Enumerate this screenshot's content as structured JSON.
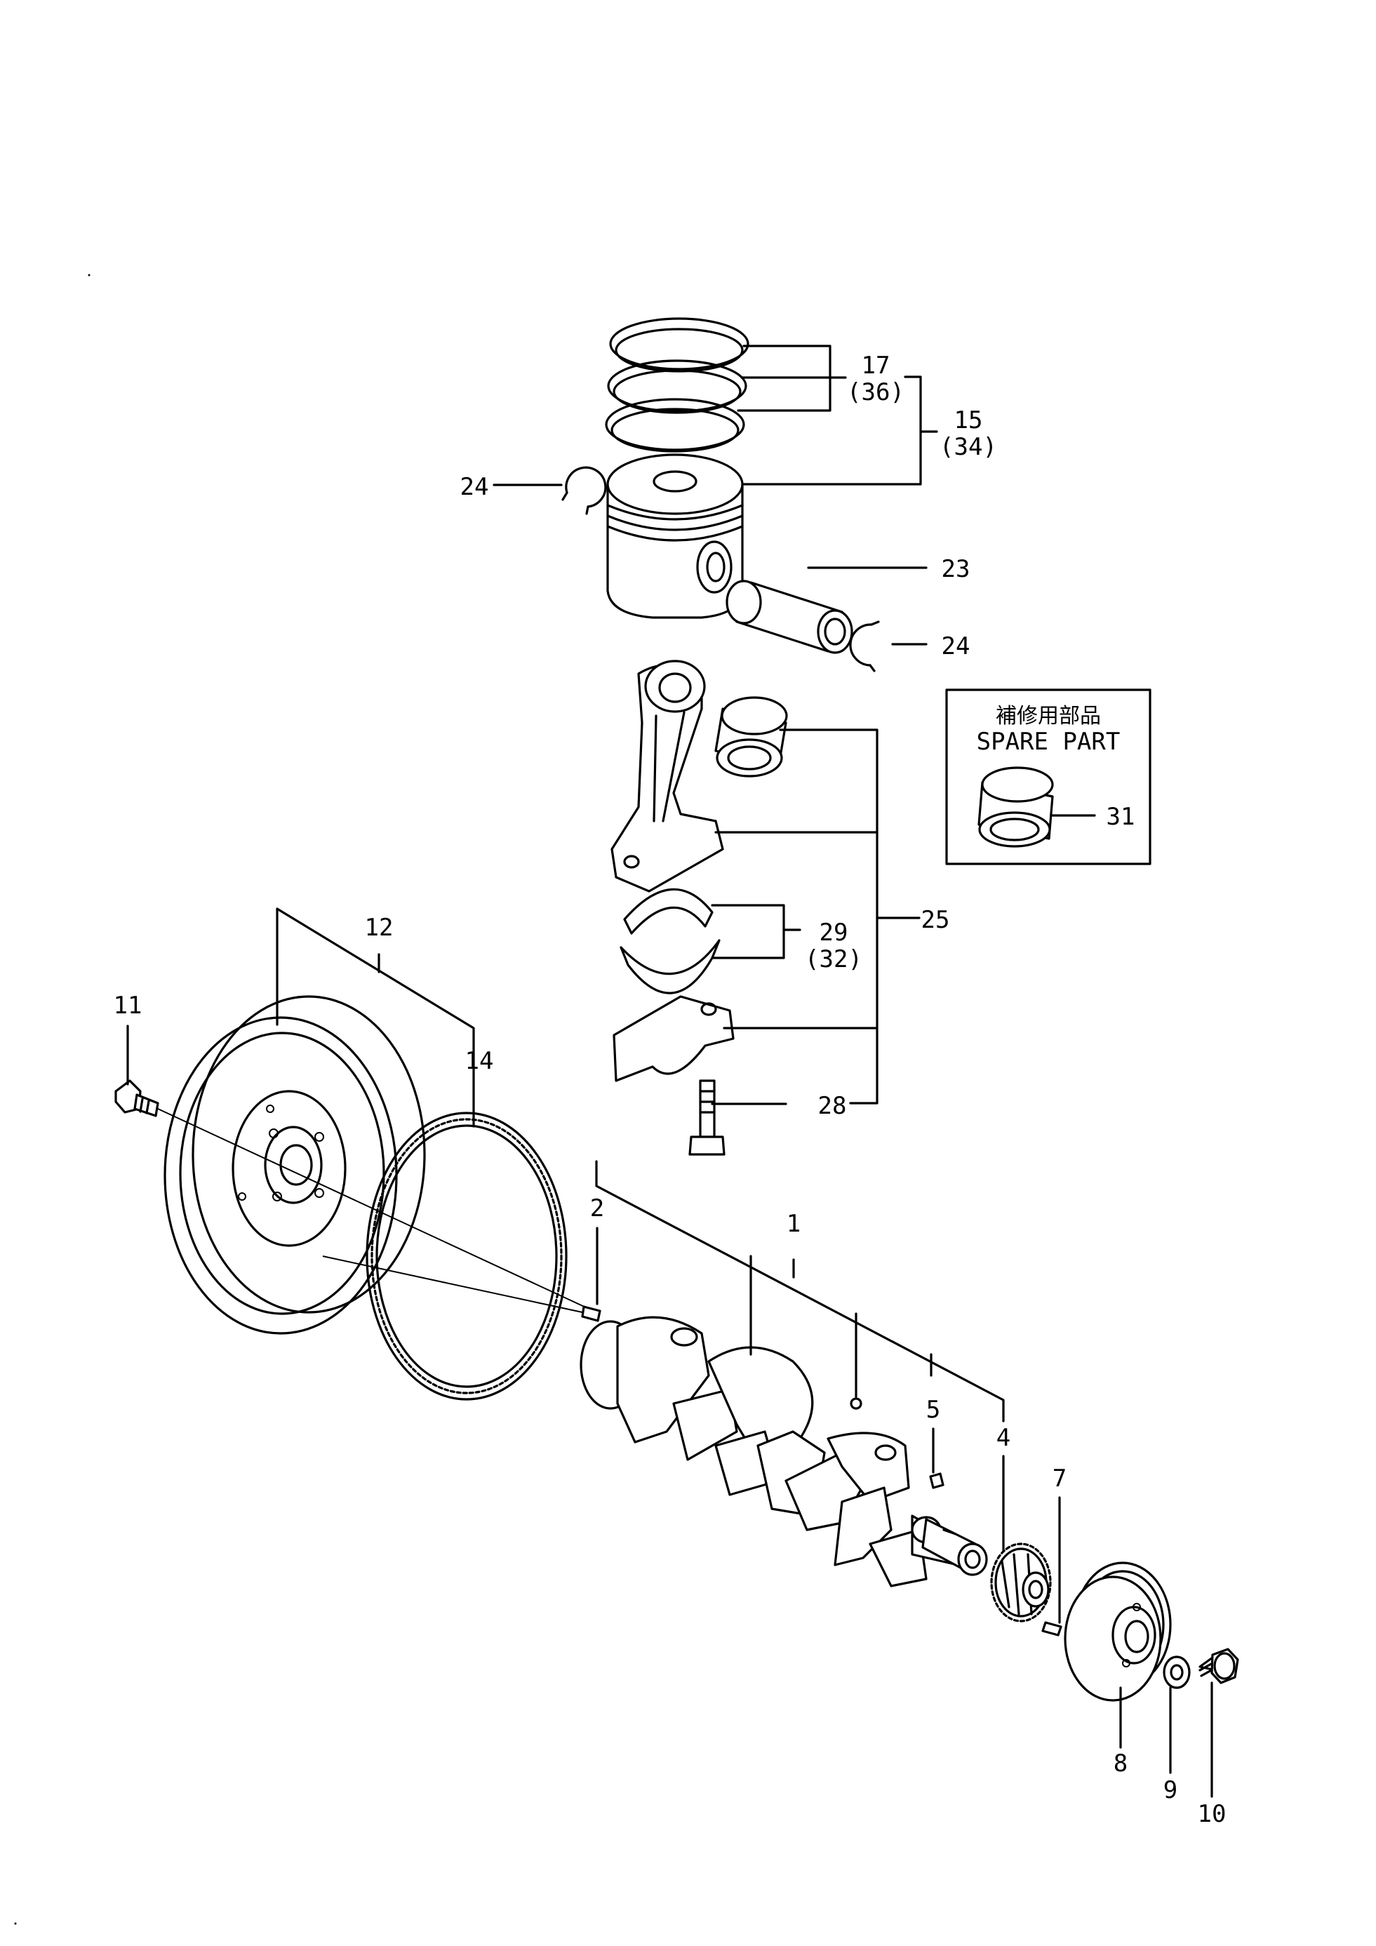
{
  "spare_box": {
    "title_jp": "補修用部品",
    "title_en": "SPARE PART"
  },
  "callouts": {
    "c1": "1",
    "c2": "2",
    "c4": "4",
    "c5": "5",
    "c7": "7",
    "c8": "8",
    "c9": "9",
    "c10": "10",
    "c11": "11",
    "c12": "12",
    "c14": "14",
    "c15": "15",
    "c15_alt": "(34)",
    "c17": "17",
    "c17_alt": "(36)",
    "c23": "23",
    "c24_left": "24",
    "c24_right": "24",
    "c25": "25",
    "c28": "28",
    "c29": "29",
    "c29_alt": "(32)",
    "c31": "31"
  }
}
